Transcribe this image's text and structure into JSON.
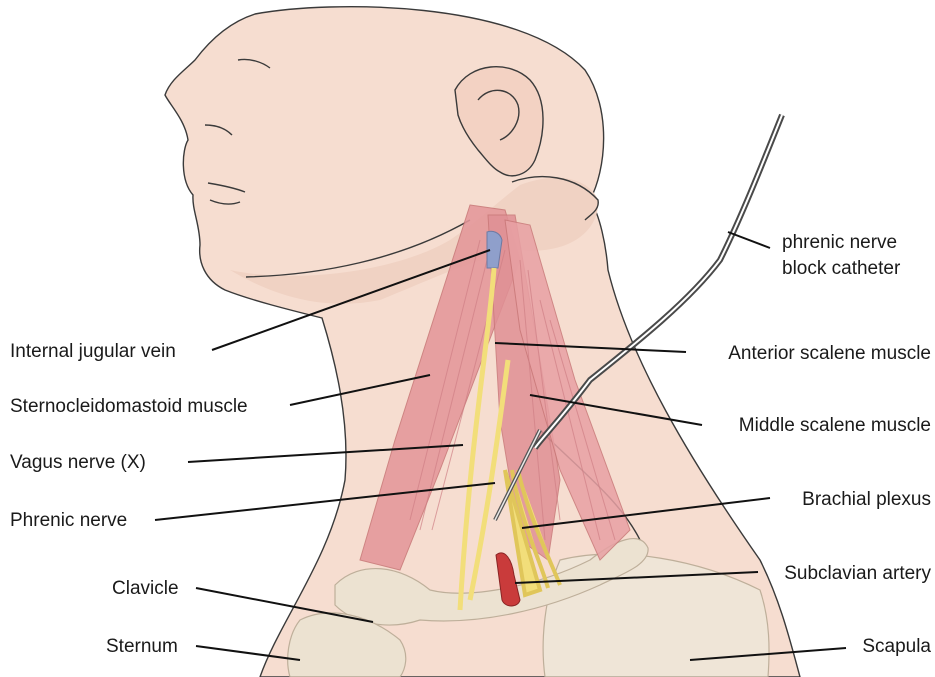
{
  "labels": {
    "catheter_line1": "phrenic nerve",
    "catheter_line2": "block catheter",
    "internal_jugular_vein": "Internal jugular vein",
    "sternocleidomastoid": "Sternocleidomastoid muscle",
    "vagus_nerve": "Vagus nerve (X)",
    "phrenic_nerve": "Phrenic nerve",
    "clavicle": "Clavicle",
    "sternum": "Sternum",
    "anterior_scalene": "Anterior scalene muscle",
    "middle_scalene": "Middle scalene muscle",
    "brachial_plexus": "Brachial plexus",
    "subclavian_artery": "Subclavian artery",
    "scapula": "Scapula"
  },
  "colors": {
    "skin": "#f6ddd0",
    "skin_shadow": "#eccbbb",
    "muscle": "#e4979a",
    "nerve": "#f2de7a",
    "vein": "#8f9fcb",
    "artery": "#c93b3b",
    "bone": "#ece3d2"
  }
}
